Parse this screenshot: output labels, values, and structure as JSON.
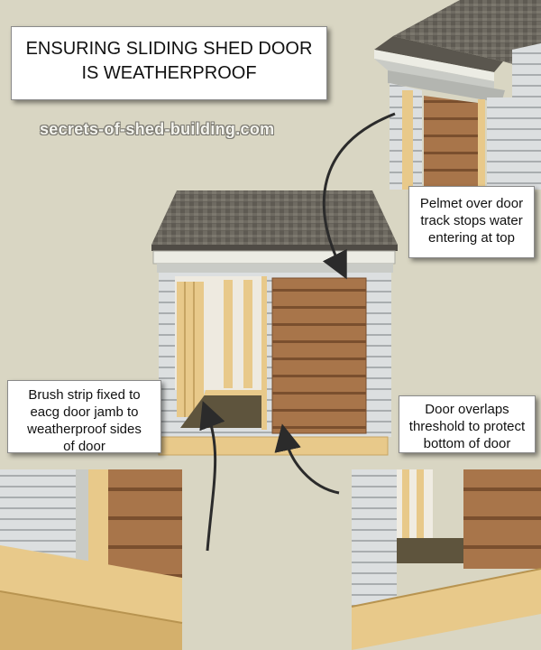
{
  "title": {
    "line1": "ENSURING SLIDING SHED DOOR",
    "line2": "IS WEATHERPROOF"
  },
  "watermark": "secrets-of-shed-building.com",
  "callouts": {
    "pelmet": [
      "Pelmet over door",
      "track stops water",
      "entering at top"
    ],
    "brush": [
      "Brush strip fixed to",
      "eacg door jamb to",
      "weatherproof sides",
      "of door"
    ],
    "overlap": [
      "Door overlaps",
      "threshold to protect",
      "bottom of door"
    ]
  },
  "colors": {
    "background": "#d9d6c3",
    "roof": "#6f6b62",
    "siding": "#dcdfe0",
    "door": "#a8754a",
    "timber": "#e8c98a",
    "arrow": "#2b2b2b"
  }
}
